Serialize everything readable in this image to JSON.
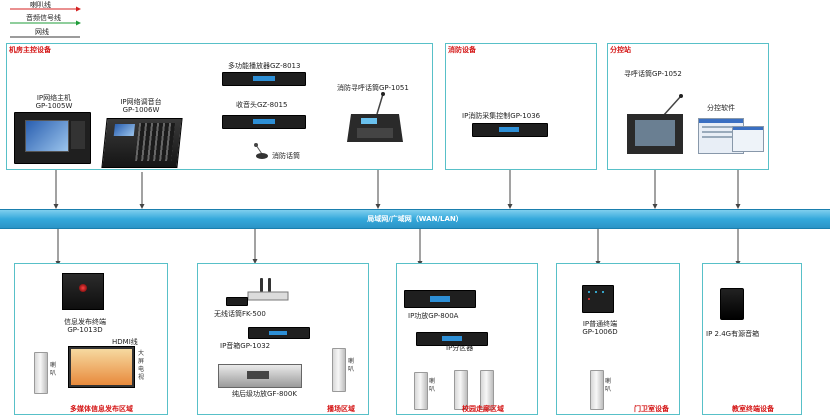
{
  "legend": {
    "items": [
      {
        "label": "喇叭线",
        "color": "#d42020"
      },
      {
        "label": "音频信号线",
        "color": "#1f9d3a"
      },
      {
        "label": "网线",
        "color": "#3a3a3a"
      }
    ]
  },
  "network": {
    "label": "局域网/广域网（WAN/LAN）"
  },
  "zones": {
    "control_room": {
      "title": "机房主控设备",
      "ip_host": "IP网络主机\nGP-1005W",
      "ip_console": "IP网络调音台\nGP-1006W",
      "player": "多功能播放器GZ-8013",
      "tuner": "收音头GZ-8015",
      "fire_mic": "消防寻呼话筒GP-1051",
      "fire_mic_short": "消防话筒"
    },
    "fire": {
      "title": "消防设备",
      "collector": "IP消防采集控制GP-1036"
    },
    "branch": {
      "title": "分控站",
      "paging_mic": "寻呼话筒GP-1052",
      "software": "分控软件"
    },
    "multimedia": {
      "title": "多媒体信息发布区域",
      "terminal": "信息发布终端\nGP-1013D",
      "hdmi": "HDMI线",
      "screen_label": "大屏电视",
      "speaker": "喇叭"
    },
    "hall": {
      "title": "播场区域",
      "wireless": "无线话筒FK-500",
      "mixer_box": "IP音箱GP-1032",
      "amp": "纯后级功放GF-800K",
      "speaker": "喇叭"
    },
    "corridor": {
      "title": "校园走廊区域",
      "amp": "IP功放GP-800A",
      "zoner": "IP分区器",
      "speaker": "喇叭"
    },
    "gate": {
      "title": "门卫室设备",
      "terminal": "IP普通终端\nGP-1006D",
      "speaker": "喇叭"
    },
    "classroom": {
      "title": "教室终端设备",
      "speaker_box": "IP 2.4G有源音箱"
    }
  }
}
